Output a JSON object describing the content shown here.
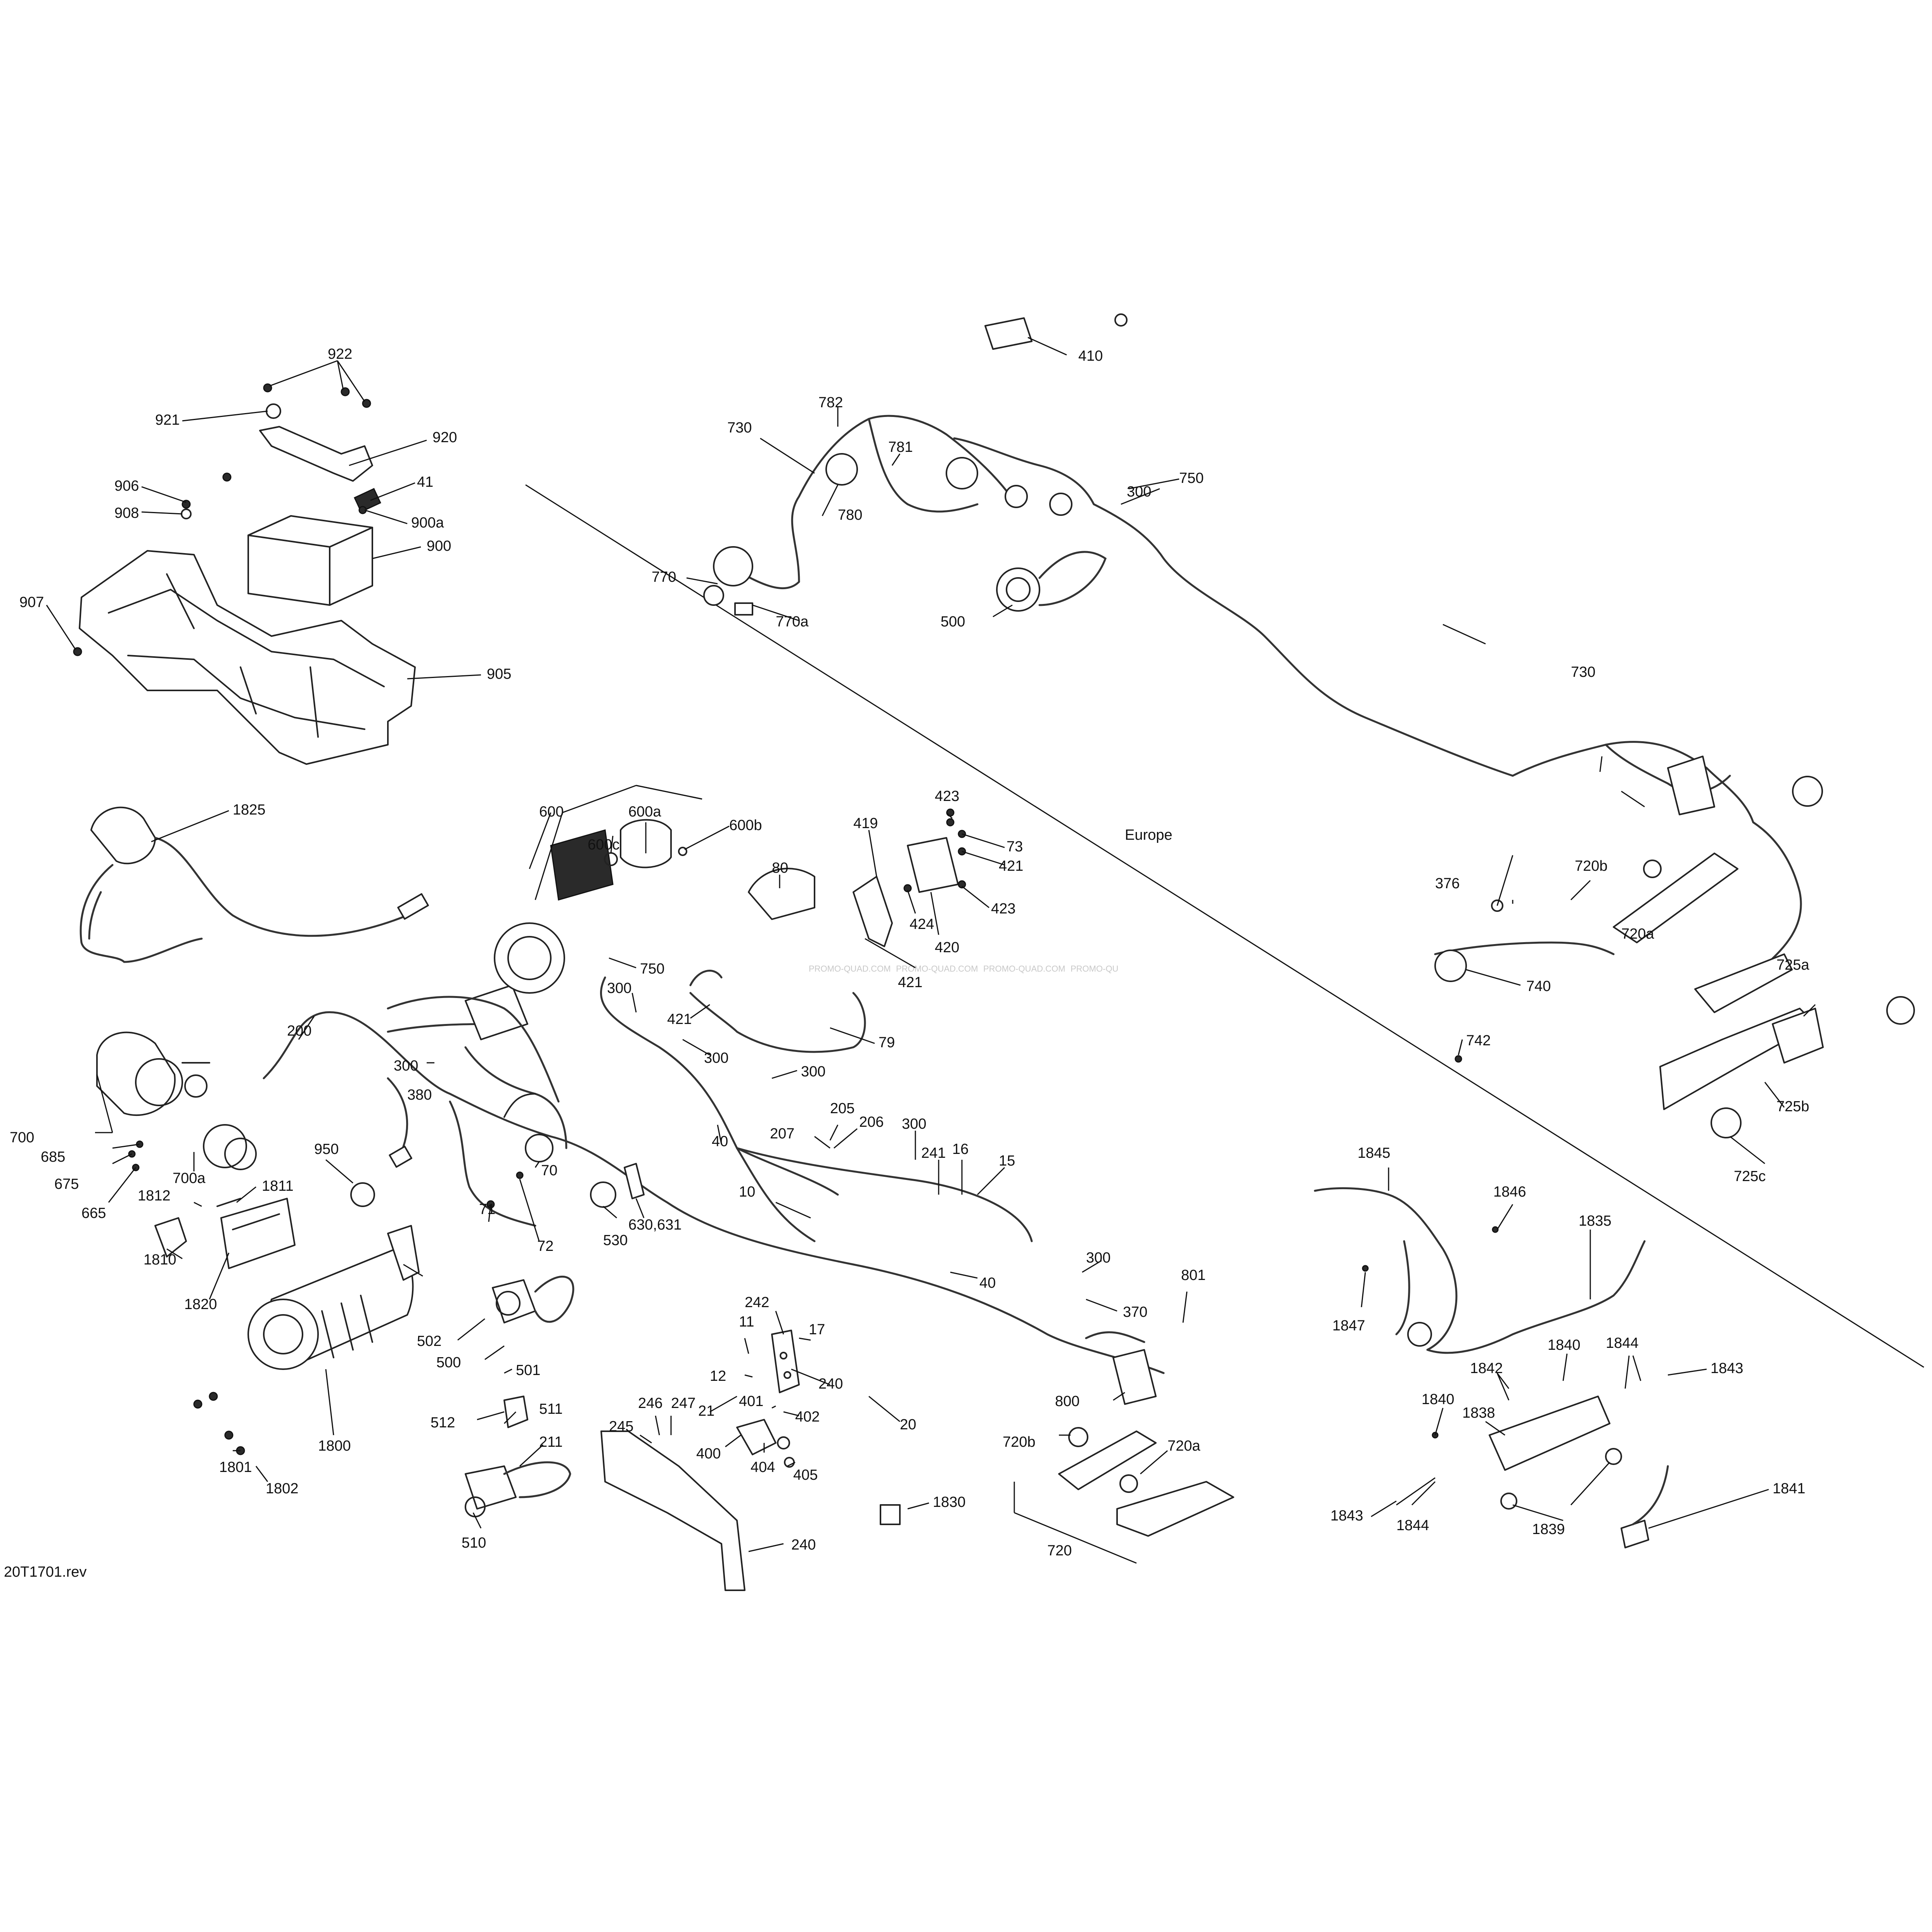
{
  "diagram_ref": "20T1701.rev",
  "region_label": "Europe",
  "watermarks": [
    "PROMO-QUAD.COM",
    "PROMO-QUAD.COM",
    "PROMO-QUAD.COM",
    "PROMO-QU"
  ],
  "callouts": [
    "922",
    "921",
    "920",
    "41",
    "906",
    "908",
    "900a",
    "900",
    "907",
    "905",
    "1825",
    "600",
    "600a",
    "600c",
    "600b",
    "80",
    "419",
    "423",
    "73",
    "421",
    "424",
    "420",
    "423",
    "421",
    "750",
    "300",
    "421",
    "300",
    "79",
    "300",
    "200",
    "300",
    "380",
    "40",
    "205",
    "207",
    "206",
    "300",
    "241",
    "16",
    "15",
    "10",
    "40",
    "700",
    "685",
    "675",
    "665",
    "700a",
    "1812",
    "1811",
    "950",
    "71",
    "70",
    "72",
    "530",
    "630,631",
    "1810",
    "1820",
    "300",
    "370",
    "502",
    "500",
    "501",
    "242",
    "11",
    "17",
    "12",
    "240",
    "21",
    "401",
    "402",
    "20",
    "246",
    "247",
    "245",
    "400",
    "404",
    "405",
    "801",
    "800",
    "1800",
    "512",
    "511",
    "211",
    "1801",
    "1802",
    "510",
    "240",
    "720b",
    "720a",
    "1830",
    "720",
    "410",
    "782",
    "730",
    "781",
    "750",
    "300",
    "780",
    "770",
    "770a",
    "500",
    "730",
    "376",
    "720b",
    "720a",
    "740",
    "725a",
    "742",
    "725b",
    "725c",
    "1845",
    "1846",
    "1835",
    "1847",
    "1844",
    "1843",
    "1840",
    "1842",
    "1840",
    "1838",
    "1843",
    "1844",
    "1839",
    "1841"
  ]
}
